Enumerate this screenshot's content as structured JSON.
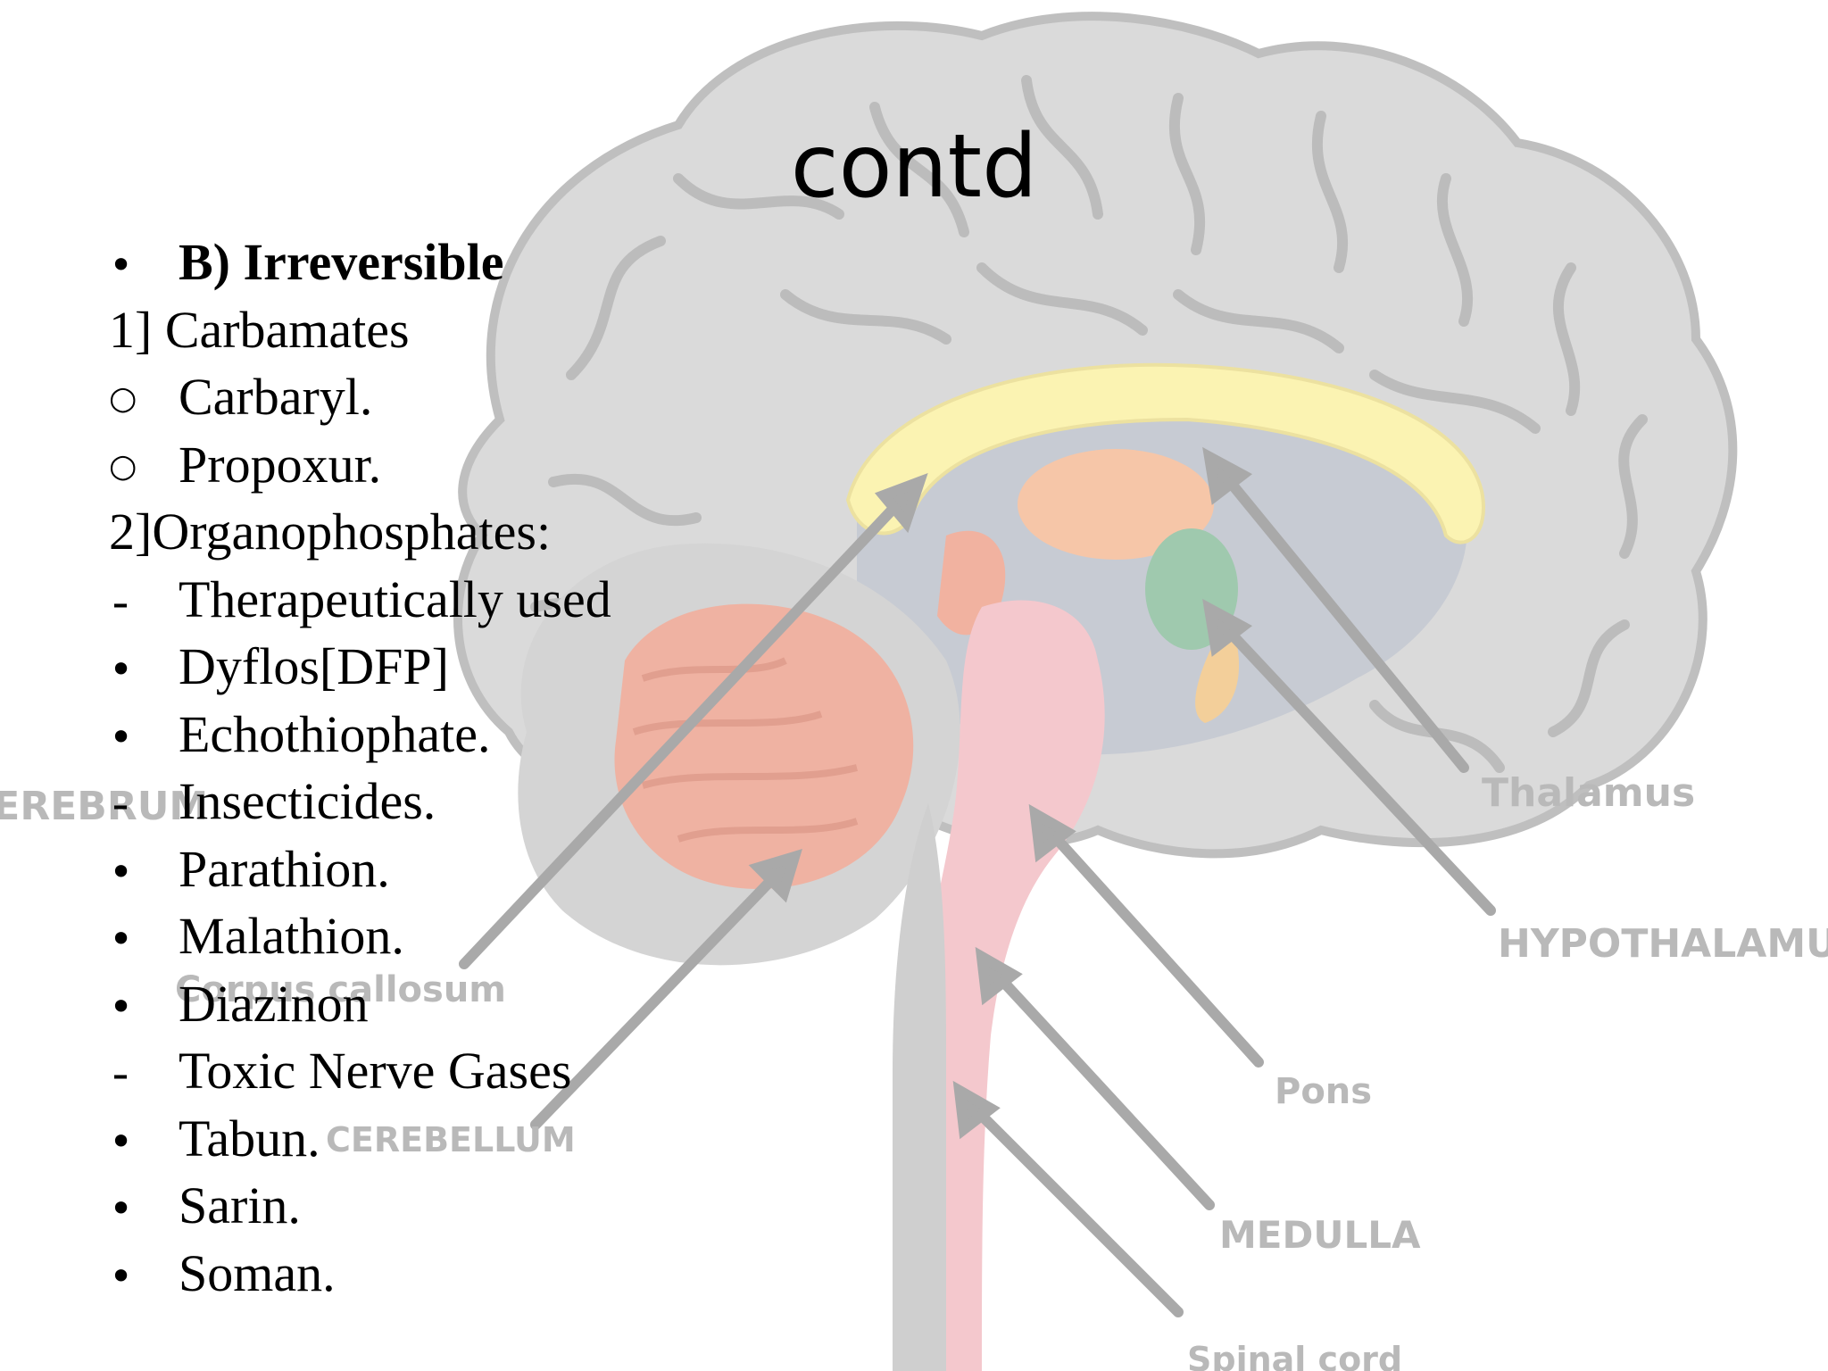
{
  "slide": {
    "title": "contd",
    "items": [
      {
        "marker": "dot",
        "text": "B) Irreversible",
        "bold": true
      },
      {
        "marker": "none",
        "text": "1] Carbamates"
      },
      {
        "marker": "circle",
        "text": "Carbaryl."
      },
      {
        "marker": "circle",
        "text": "Propoxur."
      },
      {
        "marker": "none",
        "text": "2]Organophosphates:"
      },
      {
        "marker": "dash",
        "text": "Therapeutically used"
      },
      {
        "marker": "dot",
        "text": "Dyflos[DFP]"
      },
      {
        "marker": "dot",
        "text": "Echothiophate."
      },
      {
        "marker": "dash",
        "text": "Insecticides."
      },
      {
        "marker": "dot",
        "text": "Parathion."
      },
      {
        "marker": "dot",
        "text": "Malathion."
      },
      {
        "marker": "dot",
        "text": "Diazinon"
      },
      {
        "marker": "dash",
        "text": "Toxic Nerve Gases"
      },
      {
        "marker": "dot",
        "text": "Tabun."
      },
      {
        "marker": "dot",
        "text": "Sarin."
      },
      {
        "marker": "dot",
        "text": "Soman."
      }
    ]
  },
  "diagram_labels": {
    "thalamus": "Thalamus",
    "hypothalamus": "HYPOTHALAMUS",
    "cerebrum": "CEREBRUM",
    "corpus_callosum": "Corpus callosum",
    "cerebellum": "CEREBELLUM",
    "pons": "Pons",
    "medulla": "MEDULLA",
    "spinal_cord": "Spinal cord"
  }
}
